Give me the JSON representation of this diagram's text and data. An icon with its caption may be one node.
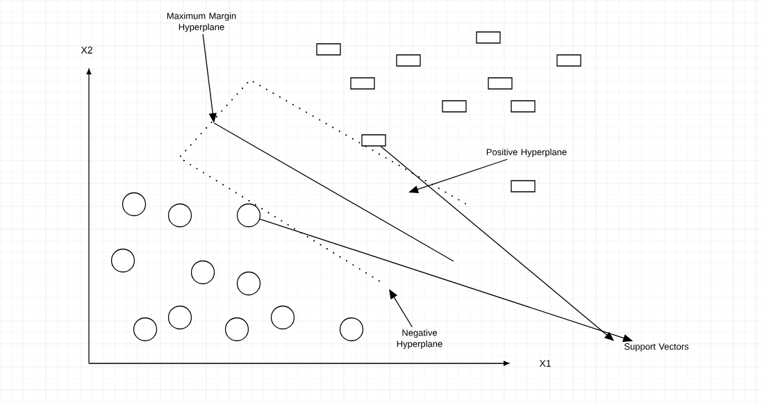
{
  "diagram": {
    "nodes": [
      {
        "text": [
          "Maximum Margin Hyperplane"
        ]
      },
      {
        "text": [
          "Positive Hyperplane"
        ]
      },
      {
        "text": [
          "Negative Hyperplane"
        ]
      },
      {
        "text": [
          "Support Vectors"
        ]
      },
      {
        "text": [],
        "shape": "box"
      },
      {
        "text": [],
        "shape": "box"
      },
      {
        "text": [],
        "shape": "box"
      },
      {
        "text": [],
        "shape": "box"
      },
      {
        "text": [],
        "shape": "box"
      },
      {
        "text": [],
        "shape": "box"
      },
      {
        "text": [],
        "shape": "box"
      },
      {
        "text": [],
        "shape": "box"
      },
      {
        "text": [],
        "shape": "box"
      },
      {
        "text": [],
        "shape": "box"
      },
      {
        "text": [],
        "shape": "circle"
      },
      {
        "text": [],
        "shape": "circle"
      },
      {
        "text": [],
        "shape": "circle"
      },
      {
        "text": [],
        "shape": "circle"
      },
      {
        "text": [],
        "shape": "circle"
      },
      {
        "text": [],
        "shape": "circle"
      },
      {
        "text": [],
        "shape": "circle"
      },
      {
        "text": [],
        "shape": "circle"
      },
      {
        "text": [],
        "shape": "circle"
      },
      {
        "text": [],
        "shape": "circle"
      },
      {
        "text": [],
        "shape": "circle"
      }
    ],
    "edges": [
      {
        "from": 0,
        "to": null,
        "arrow": "to"
      },
      {
        "from": 1,
        "to": null,
        "arrow": "to"
      },
      {
        "from": 2,
        "to": null,
        "arrow": "to"
      },
      {
        "from": 12,
        "to": 3,
        "arrow": "to"
      },
      {
        "from": 16,
        "to": 3,
        "arrow": "to"
      }
    ],
    "labels": [
      "X2",
      "X1"
    ]
  }
}
